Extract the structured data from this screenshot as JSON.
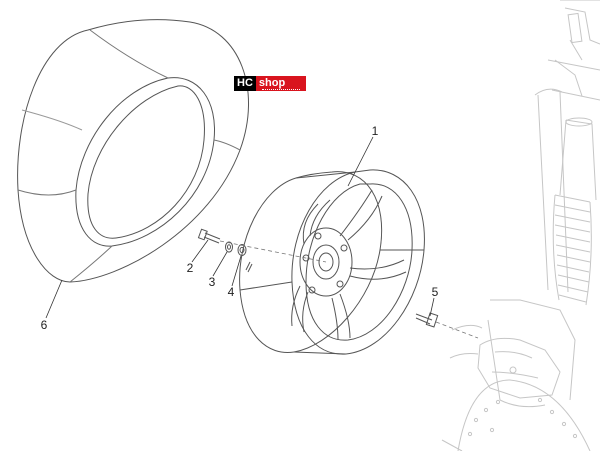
{
  "logo": {
    "part1": "HC",
    "part2": "shop"
  },
  "callouts": [
    {
      "id": "1",
      "label": "1"
    },
    {
      "id": "2",
      "label": "2"
    },
    {
      "id": "3",
      "label": "3"
    },
    {
      "id": "4",
      "label": "4"
    },
    {
      "id": "5",
      "label": "5"
    },
    {
      "id": "6",
      "label": "6"
    }
  ],
  "colors": {
    "line": "#555555",
    "fork": "#c8c8c8",
    "logo_dark": "#000000",
    "logo_red": "#d9141e"
  }
}
